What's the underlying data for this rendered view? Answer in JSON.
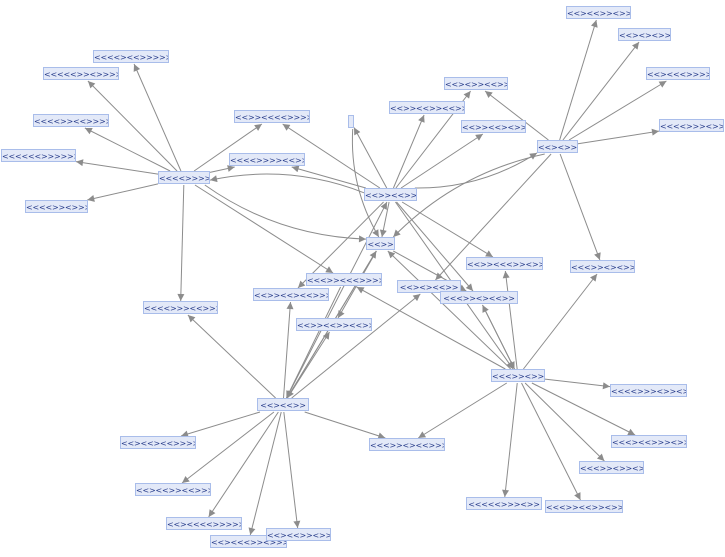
{
  "colors": {
    "node_fill": "#e3e9f8",
    "node_border": "#a9bdea",
    "node_text": "#2b3f8c",
    "edge": "#8c8c8c"
  },
  "nodes": [
    {
      "id": 0,
      "label": "<<<<><<>>>>>"
    },
    {
      "id": 1,
      "label": "<<<<<>><>>>>"
    },
    {
      "id": 2,
      "label": "<<<<>><<>>>>"
    },
    {
      "id": 3,
      "label": "<<<<<<>>>>>>"
    },
    {
      "id": 4,
      "label": "<<<<>><>>>>"
    },
    {
      "id": 5,
      "label": "<<<<>>>>"
    },
    {
      "id": 6,
      "label": "<<>><<<<>>>>"
    },
    {
      "id": 7,
      "label": "<<<<>>>><<>>"
    },
    {
      "id": 8,
      "label": ""
    },
    {
      "id": 9,
      "label": "<<>><<>><<>>"
    },
    {
      "id": 10,
      "label": "<<><>><<>>"
    },
    {
      "id": 11,
      "label": "<<>><<><>>"
    },
    {
      "id": 12,
      "label": "<<><>>"
    },
    {
      "id": 13,
      "label": "<<><<>><>>"
    },
    {
      "id": 14,
      "label": "<<><><>>"
    },
    {
      "id": 15,
      "label": "<<><<<>>>>"
    },
    {
      "id": 16,
      "label": "<<<<>>><>>"
    },
    {
      "id": 17,
      "label": "<<>><<>>"
    },
    {
      "id": 18,
      "label": "<<>>"
    },
    {
      "id": 19,
      "label": "<<>><<<>><>>"
    },
    {
      "id": 20,
      "label": "<<<>><<<>>>>"
    },
    {
      "id": 21,
      "label": "<<>><<><<>>>"
    },
    {
      "id": 22,
      "label": "<<><><<>>"
    },
    {
      "id": 23,
      "label": "<<<>><><<>>"
    },
    {
      "id": 24,
      "label": "<<<>><><>>"
    },
    {
      "id": 25,
      "label": "<<>><<>><<>>"
    },
    {
      "id": 26,
      "label": "<<<<>>><<>>>"
    },
    {
      "id": 27,
      "label": "<<><<>>"
    },
    {
      "id": 28,
      "label": "<<<>><>>"
    },
    {
      "id": 29,
      "label": "<<<<>>><>><>>"
    },
    {
      "id": 30,
      "label": "<<<><<>>><>>"
    },
    {
      "id": 31,
      "label": "<<<>><>><>>"
    },
    {
      "id": 32,
      "label": "<<<<<>>><>>"
    },
    {
      "id": 33,
      "label": "<<<>><<>><>>"
    },
    {
      "id": 34,
      "label": "<<><<><<>>>>"
    },
    {
      "id": 35,
      "label": "<<><<>><<>>>"
    },
    {
      "id": 36,
      "label": "<<><<<<>>>>>"
    },
    {
      "id": 37,
      "label": "<<><<<>><>>>"
    },
    {
      "id": 38,
      "label": "<<><<>><>>"
    },
    {
      "id": 39,
      "label": "<<<>><><<>>>"
    }
  ],
  "edges": [
    [
      5,
      0
    ],
    [
      5,
      1
    ],
    [
      5,
      2
    ],
    [
      5,
      3
    ],
    [
      5,
      4
    ],
    [
      5,
      6
    ],
    [
      5,
      7
    ],
    [
      5,
      26
    ],
    [
      5,
      18
    ],
    [
      5,
      20
    ],
    [
      17,
      5
    ],
    [
      17,
      6
    ],
    [
      17,
      7
    ],
    [
      17,
      8
    ],
    [
      17,
      9
    ],
    [
      17,
      10
    ],
    [
      17,
      11
    ],
    [
      17,
      12
    ],
    [
      17,
      18
    ],
    [
      17,
      19
    ],
    [
      17,
      23
    ],
    [
      17,
      21
    ],
    [
      8,
      18
    ],
    [
      12,
      10
    ],
    [
      12,
      13
    ],
    [
      12,
      14
    ],
    [
      12,
      15
    ],
    [
      12,
      16
    ],
    [
      12,
      24
    ],
    [
      12,
      18
    ],
    [
      12,
      22
    ],
    [
      18,
      25
    ],
    [
      18,
      23
    ],
    [
      18,
      27
    ],
    [
      27,
      26
    ],
    [
      27,
      21
    ],
    [
      27,
      25
    ],
    [
      27,
      18
    ],
    [
      27,
      17
    ],
    [
      27,
      22
    ],
    [
      27,
      34
    ],
    [
      27,
      35
    ],
    [
      27,
      36
    ],
    [
      27,
      37
    ],
    [
      27,
      38
    ],
    [
      27,
      39
    ],
    [
      20,
      27
    ],
    [
      28,
      19
    ],
    [
      28,
      23
    ],
    [
      28,
      24
    ],
    [
      28,
      29
    ],
    [
      28,
      30
    ],
    [
      28,
      31
    ],
    [
      28,
      32
    ],
    [
      28,
      33
    ],
    [
      28,
      39
    ],
    [
      28,
      18
    ],
    [
      28,
      20
    ],
    [
      23,
      28
    ],
    [
      17,
      28
    ]
  ]
}
